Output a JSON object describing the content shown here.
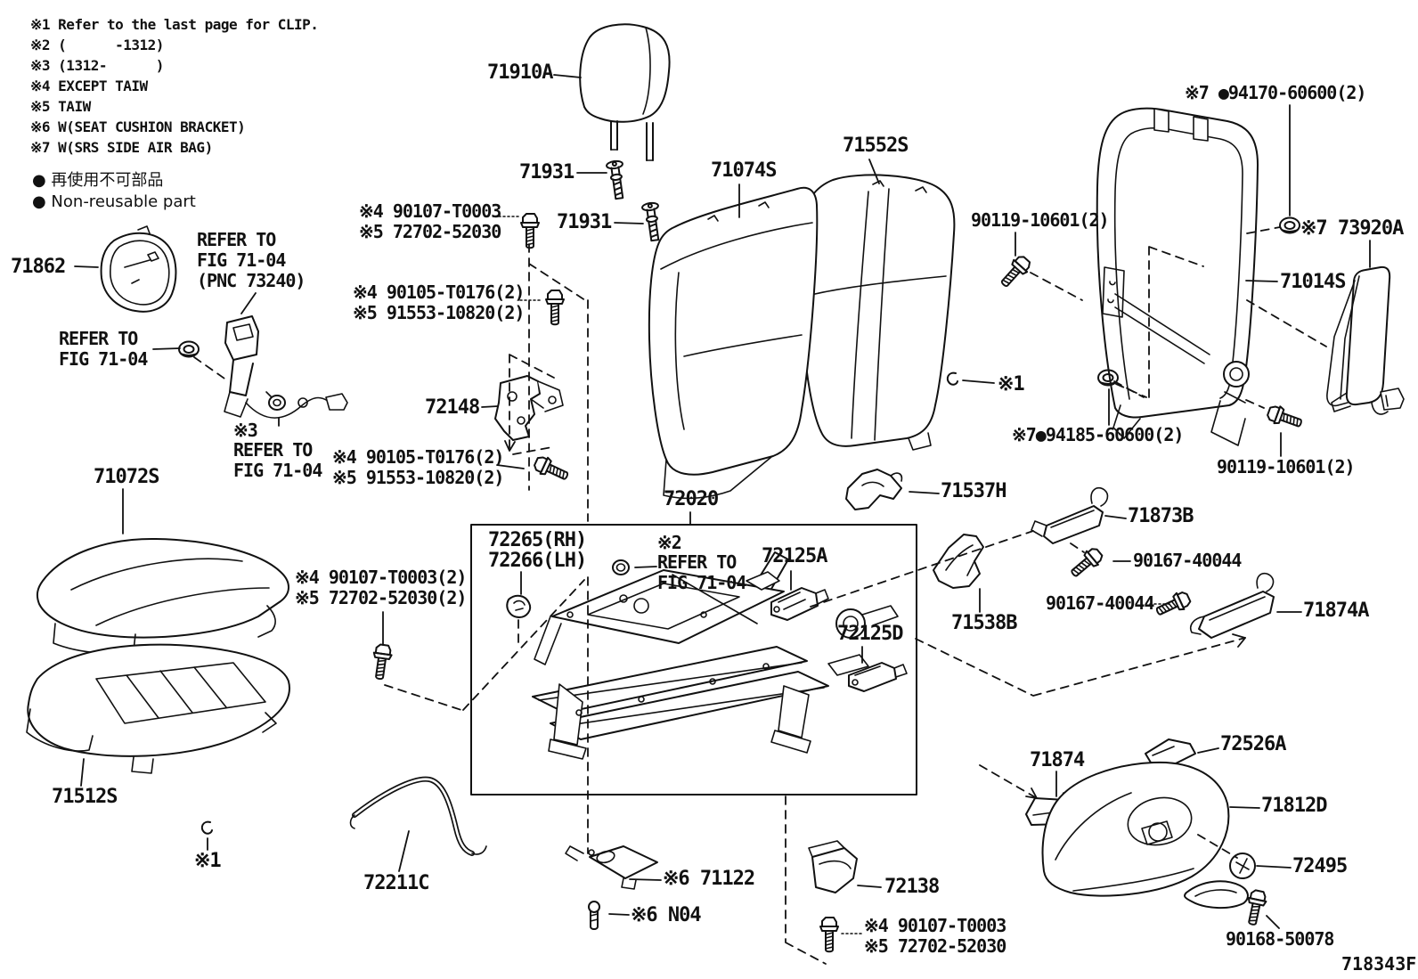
{
  "notes": [
    "※1 Refer to the last page for CLIP.",
    "※2 (      -1312)",
    "※3 (1312-      )",
    "※4 EXCEPT TAIW",
    "※5 TAIW",
    "※6 W(SEAT CUSHION BRACKET)",
    "※7 W(SRS SIDE AIR BAG)"
  ],
  "legend": [
    "● 再使用不可部品",
    "● Non-reusable part"
  ],
  "callouts": [
    "71910A",
    "71931",
    "71931",
    "※4 90107-T0003",
    "※5 72702-52030",
    "71074S",
    "71552S",
    "※7 ●94170-60600(2)",
    "90119-10601(2)",
    "※7 73920A",
    "71014S",
    "※1",
    "※7●94185-60600(2)",
    "90119-10601(2)",
    "71862",
    "REFER TO",
    "FIG 71-04",
    "(PNC 73240)",
    "REFER TO",
    "FIG 71-04",
    "※3",
    "REFER TO",
    "FIG 71-04",
    "72148",
    "※4 90105-T0176(2)",
    "※5 91553-10820(2)",
    "※4 90105-T0176(2)",
    "※5 91553-10820(2)",
    "71072S",
    "※4 90107-T0003(2)",
    "※5 72702-52030(2)",
    "71512S",
    "※1",
    "72211C",
    "72020",
    "72265(RH)",
    "72266(LH)",
    "※2",
    "REFER TO",
    "FIG 71-04",
    "72125A",
    "72125D",
    "71537H",
    "71873B",
    "90167-40044",
    "90167-40044",
    "71538B",
    "71874A",
    "71874",
    "72526A",
    "71812D",
    "72495",
    "90168-50078",
    "※4 90107-T0003",
    "※5 72702-52030",
    "※6 71122",
    "※6 N04",
    "72138"
  ],
  "footer": {
    "figure_code": "718343F"
  }
}
